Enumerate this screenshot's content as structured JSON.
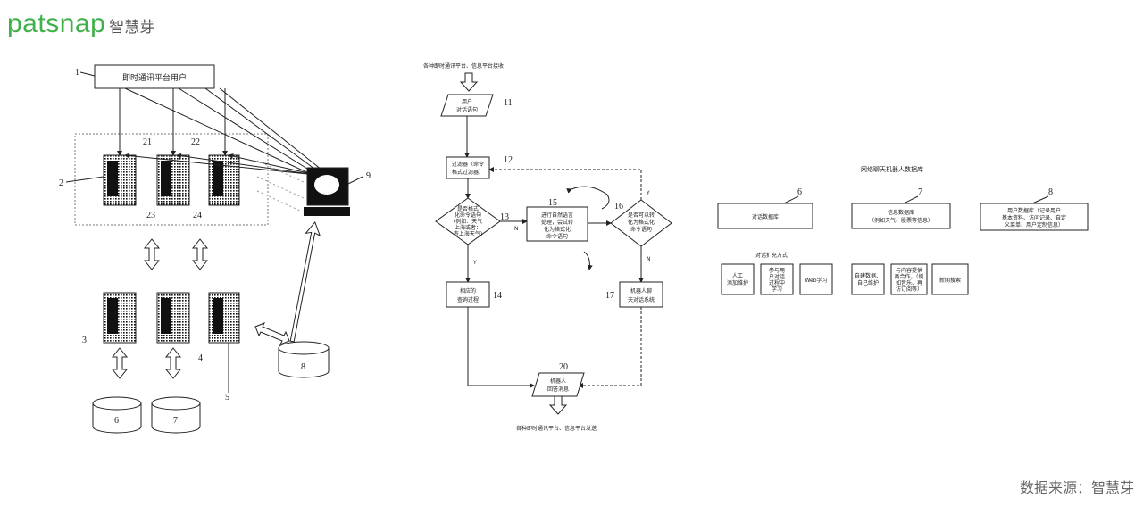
{
  "brand": {
    "logo_text": "patsnap",
    "logo_cn": "智慧芽"
  },
  "source_note": "数据来源：智慧芽",
  "figure1": {
    "top_box": "即时通讯平台用户",
    "labels": {
      "n1": "1",
      "n2": "2",
      "n21": "21",
      "n22": "22",
      "n23": "23",
      "n24": "24",
      "n3": "3",
      "n4": "4",
      "n5": "5",
      "n6": "6",
      "n7": "7",
      "n8": "8",
      "n9": "9"
    }
  },
  "figure2": {
    "input_caption": "各种即时通讯平台、信息平台接收",
    "n11": "11",
    "box11": [
      "用户",
      "对话语句"
    ],
    "n12": "12",
    "box12": [
      "过滤器（命令",
      "格式过滤器）"
    ],
    "n13": "13",
    "diamond13": [
      "是否格式",
      "化命令语句",
      "(例如：天气",
      "上海或者：",
      "查上海天气)"
    ],
    "n15": "15",
    "box15": [
      "进行自然语言",
      "处理，尝试转",
      "化为格式化",
      "命令语句"
    ],
    "n16": "16",
    "diamond16": [
      "是否可以转",
      "化为格式化",
      "命令语句"
    ],
    "n14": "14",
    "box14": [
      "相应的",
      "查询过程"
    ],
    "n17": "17",
    "box17": [
      "机器人聊",
      "天对话系统"
    ],
    "n20": "20",
    "box20": [
      "机器人",
      "回答消息"
    ],
    "output_caption": "各种即时通讯平台、信息平台发送",
    "yes": "Y",
    "no": "N"
  },
  "figure3": {
    "title": "网络聊天机器人数据库",
    "n6": "6",
    "n7": "7",
    "n8": "8",
    "db6": "对话数据库",
    "db7": [
      "信息数据库",
      "（例如天气、股票等信息）"
    ],
    "db8": [
      "用户数据库（记录用户",
      "基本资料、访问记录、自定",
      "义菜单、用户定制信息）"
    ],
    "ext_label": "对话扩充方式",
    "ext": [
      [
        "人工",
        "添加维护"
      ],
      [
        "参与用",
        "户对话",
        "过程中",
        "学习"
      ],
      [
        "Web学习"
      ]
    ],
    "info": [
      [
        "自建数据、",
        "自己维护"
      ],
      [
        "与内容提供",
        "商合作，（例",
        "如音乐、再",
        "访订阅等）"
      ],
      [
        "新闻搜索"
      ]
    ]
  }
}
